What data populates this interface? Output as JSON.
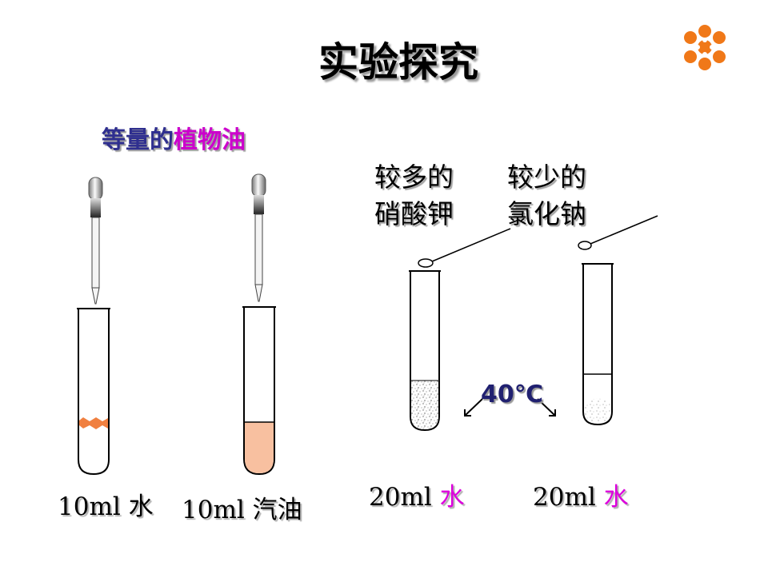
{
  "slide": {
    "title": "实验探究",
    "oil_label_part1": "等量的",
    "oil_label_part2": "植物油",
    "solute_left_line1": "较多的",
    "solute_left_line2": "硝酸钾",
    "solute_right_line1": "较少的",
    "solute_right_line2": "氯化钠",
    "temperature": "40℃",
    "tube1_label": "10ml 水",
    "tube2_label": "10ml 汽油",
    "tube3_label_num": "20ml ",
    "tube3_label_water": "水",
    "tube4_label_num": "20ml ",
    "tube4_label_water": "水"
  },
  "colors": {
    "logo": "#f07818",
    "oil_line": "#f08040",
    "gasoline": "#f8c0a0",
    "pink_text": "#dd00dd",
    "temp_text": "#202070"
  },
  "icons": [
    "flower-logo-icon",
    "dropper-icon",
    "test-tube-icon",
    "spatula-icon",
    "arrow-icon"
  ]
}
